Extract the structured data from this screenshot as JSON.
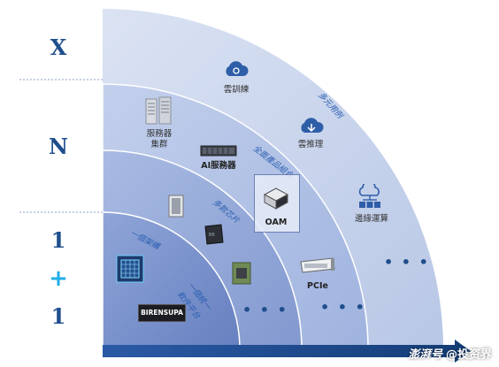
{
  "rows": {
    "x": "X",
    "n": "N",
    "one_top": "1",
    "plus": "+",
    "one_bottom": "1"
  },
  "arcs": {
    "outer": "多元用例",
    "second": "全面產品組合",
    "third": "多款芯片",
    "inner": "一個架構"
  },
  "items": {
    "cloud_training": "雲訓練",
    "cloud_inference": "雲推理",
    "server_cluster_1": "服務器",
    "server_cluster_2": "集群",
    "ai_server": "AI服務器",
    "oam": "OAM",
    "edge_computing": "邊緣運算",
    "pcie": "PCIe",
    "brand_chip": "BIRENSUPA",
    "software_platform_1": "一個統一",
    "software_platform_2": "軟件平台"
  },
  "ellipsis": "• • •",
  "watermark": {
    "logo": "澎湃号",
    "handle": "@投资界"
  },
  "colors": {
    "band_outer": "#c8d3ea",
    "band_2": "#a9bbe0",
    "band_3": "#889fd1",
    "band_inner": "#6d88c4",
    "arrow": "#1f4e8c",
    "letters": "#1f4e8c",
    "plus": "#22aee6",
    "icon_blue": "#2f5ea8"
  }
}
